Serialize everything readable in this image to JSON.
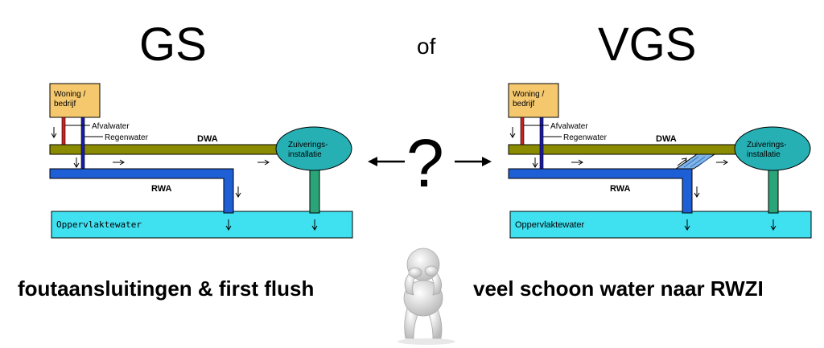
{
  "titles": {
    "left": "GS",
    "middle": "of",
    "right": "VGS",
    "question": "?"
  },
  "labels": {
    "house": [
      "Woning /",
      "bedrijf"
    ],
    "afvalwater": "Afvalwater",
    "regenwater": "Regenwater",
    "dwa": "DWA",
    "rwa": "RWA",
    "plant": [
      "Zuiverings-",
      "installatie"
    ],
    "surface": "Oppervlaktewater"
  },
  "captions": {
    "left": "foutaansluitingen & first flush",
    "right": "veel schoon water naar RWZI"
  },
  "colors": {
    "house_fill": "#f5c86e",
    "dwa_pipe": "#8b8b00",
    "rwa_pipe": "#1f5fd6",
    "waste_pipe": "#cc2222",
    "rain_pipe": "#1a1aa8",
    "plant_fill": "#26b0b4",
    "outlet_pipe": "#2aa57a",
    "surface_water": "#3fe0f0",
    "overflow": "#7fb6e8"
  },
  "icons": {
    "thinking_person": "thinking-person-icon"
  }
}
